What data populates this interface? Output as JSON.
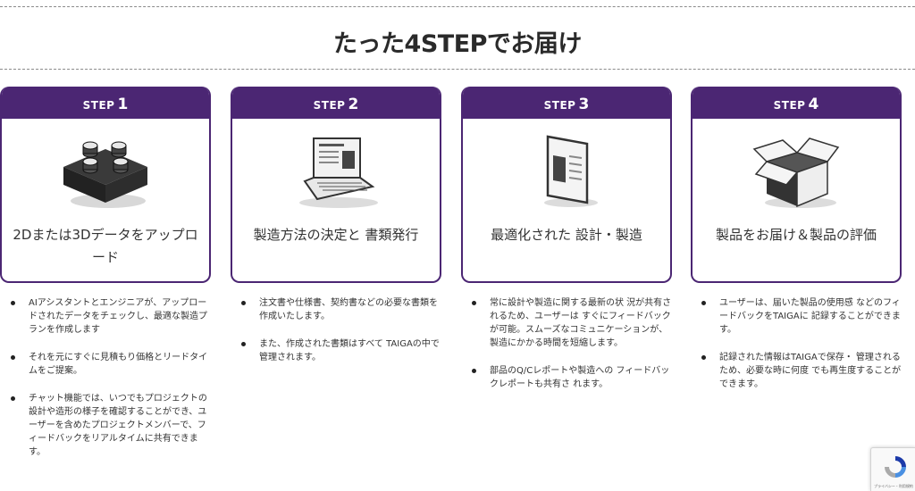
{
  "page": {
    "title": "たった4STEPでお届け"
  },
  "colors": {
    "accent": "#4b2673",
    "text": "#333333"
  },
  "steps": [
    {
      "step_word": "STEP",
      "step_num": "1",
      "icon": "blocks-icon",
      "label": "2Dまたは3Dデータをアップロード",
      "bullets": [
        "AIアシスタントとエンジニアが、アップロードされたデータをチェックし、最適な製造プランを作成します",
        "それを元にすぐに見積もり価格とリードタイムをご提案。",
        "チャット機能では、いつでもプロジェクトの設計や造形の様子を確認することができ、ユーザーを含めたプロジェクトメンバーで、フィードバックをリアルタイムに共有できます。"
      ]
    },
    {
      "step_word": "STEP",
      "step_num": "2",
      "icon": "laptop-icon",
      "label": "製造方法の決定と 書類発行",
      "bullets": [
        "注文書や仕様書、契約書などの必要な書類を作成いたします。",
        "また、作成された書類はすべて TAIGAの中で管理されます。"
      ]
    },
    {
      "step_word": "STEP",
      "step_num": "3",
      "icon": "tablet-icon",
      "label": "最適化された 設計・製造",
      "bullets": [
        "常に設計や製造に関する最新の状 況が共有されるため、ユーザーは すぐにフィードバックが可能。スムーズなコミュニケーションが、 製造にかかる時間を短縮します。",
        "部品のQ/Cレポートや製造への フィードバックレポートも共有さ れます。"
      ]
    },
    {
      "step_word": "STEP",
      "step_num": "4",
      "icon": "open-box-icon",
      "label": "製品をお届け＆製品の評価",
      "bullets": [
        "ユーザーは、届いた製品の使用感 などのフィードバックをTAIGAに 記録することができます。",
        "記録された情報はTAIGAで保存・ 管理されるため、必要な時に何度 でも再生度することができます。"
      ]
    }
  ],
  "recaptcha": {
    "label": "プライバシー・利用規約"
  }
}
